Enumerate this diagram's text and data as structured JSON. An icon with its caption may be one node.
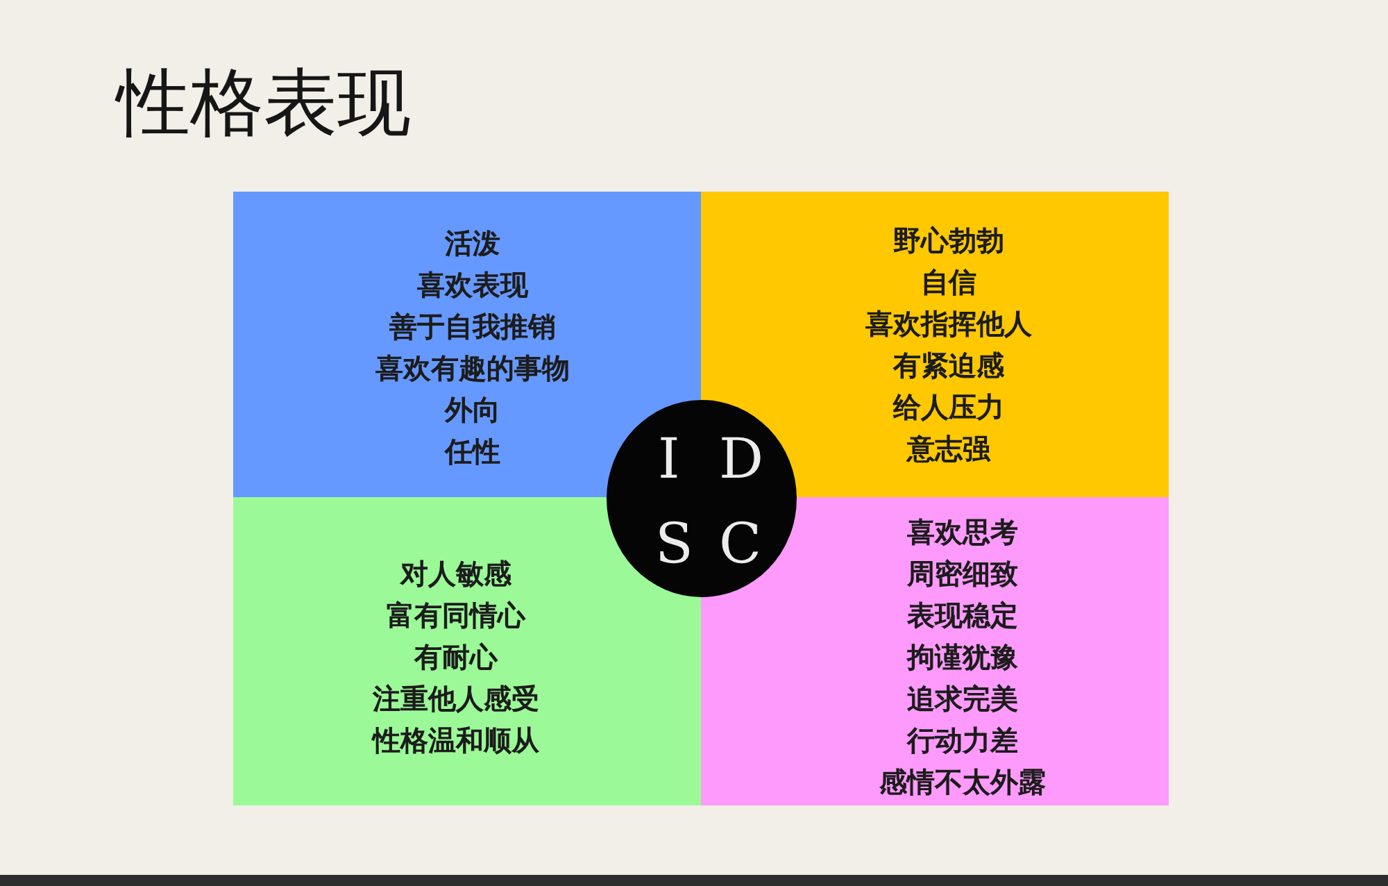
{
  "diagram": {
    "title": "性格表现",
    "nodes": [
      {
        "text": [
          "活泼",
          "喜欢表现",
          "善于自我推销",
          "喜欢有趣的事物",
          "外向",
          "任性"
        ]
      },
      {
        "text": [
          "野心勃勃",
          "自信",
          "喜欢指挥他人",
          "有紧迫感",
          "给人压力",
          "意志强"
        ]
      },
      {
        "text": [
          "对人敏感",
          "富有同情心",
          "有耐心",
          "注重他人感受",
          "性格温和顺从"
        ]
      },
      {
        "text": [
          "喜欢思考",
          "周密细致",
          "表现稳定",
          "拘谨犹豫",
          "追求完美",
          "行动力差",
          "感情不太外露"
        ]
      },
      {
        "text": [
          "I",
          "D",
          "S",
          "C"
        ]
      }
    ]
  }
}
